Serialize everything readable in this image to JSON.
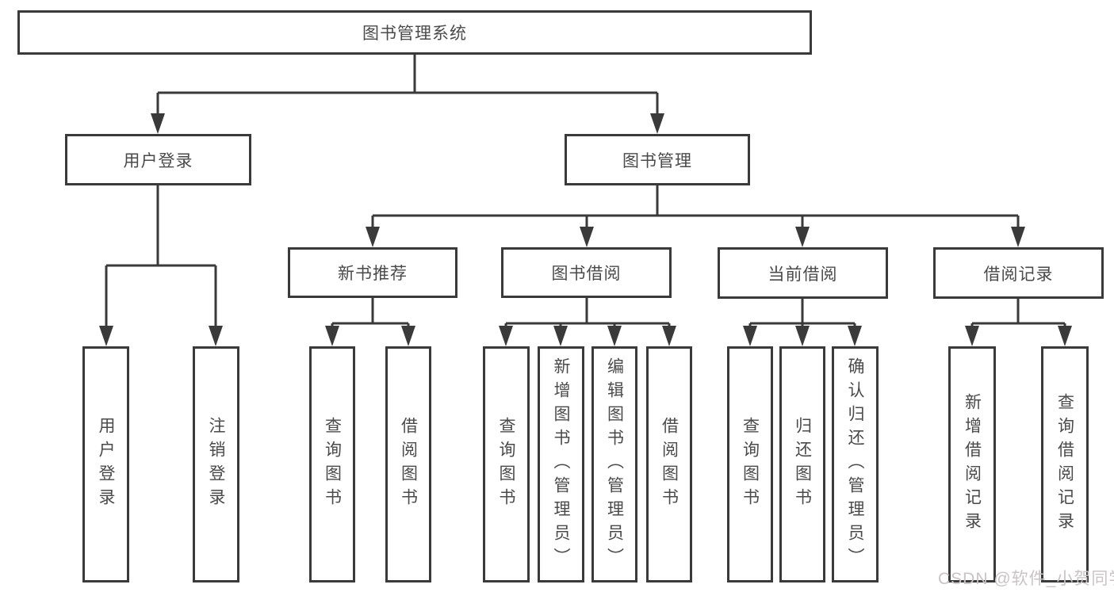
{
  "colors": {
    "line": "#3a3a3a",
    "box_border": "#3a3a3a",
    "text": "#4a4a4a",
    "watermark": "#c9c3c5",
    "background": "#ffffff"
  },
  "watermark": "CSDN @软件_小贺同学",
  "diagram": {
    "root": {
      "label": "图书管理系统"
    },
    "level2": [
      {
        "label": "用户登录"
      },
      {
        "label": "图书管理"
      }
    ],
    "level3": [
      {
        "label": "新书推荐"
      },
      {
        "label": "图书借阅"
      },
      {
        "label": "当前借阅"
      },
      {
        "label": "借阅记录"
      }
    ],
    "leaves": {
      "user_login": [
        {
          "label": "用户登录"
        },
        {
          "label": "注销登录"
        }
      ],
      "new_book_recommend": [
        {
          "label": "查询图书"
        },
        {
          "label": "借阅图书"
        }
      ],
      "book_borrow": [
        {
          "label": "查询图书"
        },
        {
          "label": "新增图书（管理员）"
        },
        {
          "label": "编辑图书（管理员）"
        },
        {
          "label": "借阅图书"
        }
      ],
      "current_borrow": [
        {
          "label": "查询图书"
        },
        {
          "label": "归还图书"
        },
        {
          "label": "确认归还（管理员）"
        }
      ],
      "borrow_records": [
        {
          "label": "新增借阅记录"
        },
        {
          "label": "查询借阅记录"
        }
      ]
    }
  }
}
